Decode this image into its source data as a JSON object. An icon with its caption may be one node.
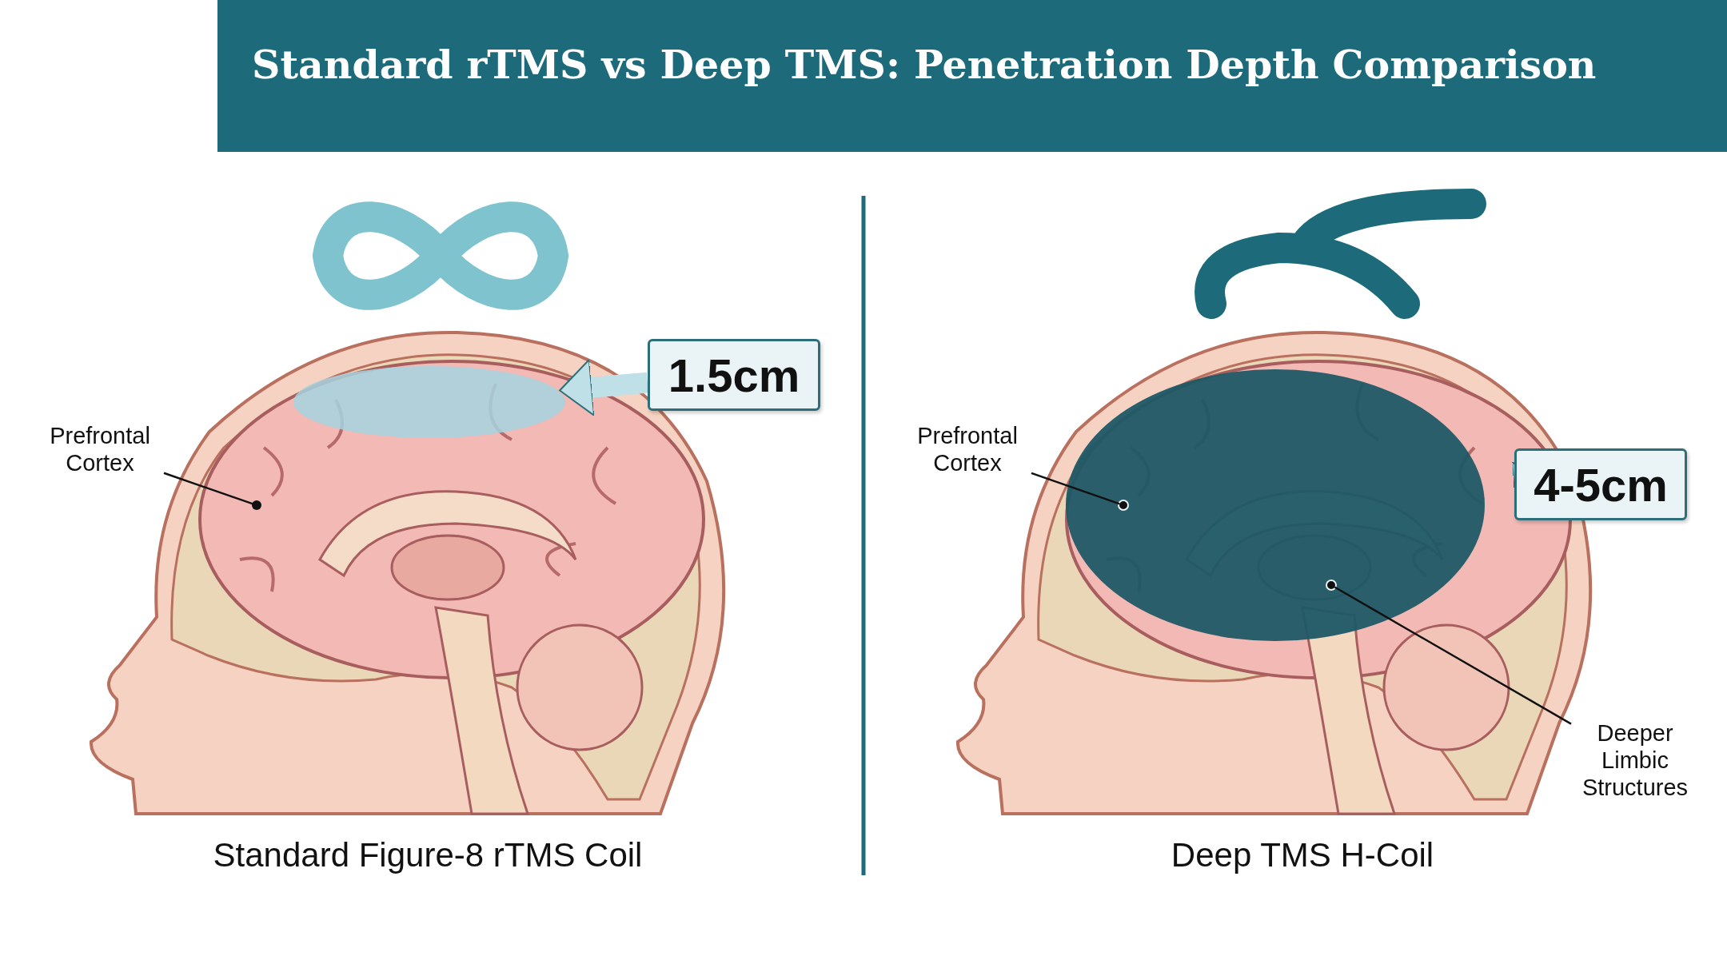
{
  "diagram": {
    "title": "Standard rTMS vs Deep TMS: Penetration Depth Comparison",
    "nodes": [
      {
        "text": [
          "1.5cm"
        ]
      },
      {
        "text": [],
        "shape": "ellipse"
      },
      {
        "text": [
          "Prefrontal Cortex"
        ]
      },
      {
        "text": [],
        "shape": "dot"
      },
      {
        "text": [
          "4-5cm"
        ]
      },
      {
        "text": [],
        "shape": "ellipse"
      },
      {
        "text": [
          "Prefrontal Cortex"
        ]
      },
      {
        "text": [],
        "shape": "dot",
        "in": 5
      },
      {
        "text": [
          "Deeper Limbic Structures"
        ]
      },
      {
        "text": [],
        "shape": "dot",
        "in": 5
      }
    ],
    "edges": [
      {
        "from": 0,
        "to": 1,
        "arrow": "to",
        "style": "thick",
        "color": "#bfe0e6"
      },
      {
        "from": 2,
        "to": 3,
        "arrow": "none"
      },
      {
        "from": 4,
        "to": 5,
        "arrow": "to",
        "style": "thick",
        "color": "#bfe0e6"
      },
      {
        "from": 6,
        "to": 7,
        "arrow": "none"
      },
      {
        "from": 8,
        "to": 9,
        "arrow": "none"
      }
    ],
    "labels": [
      "Standard Figure-8 rTMS Coil",
      "Deep TMS H-Coil"
    ]
  }
}
